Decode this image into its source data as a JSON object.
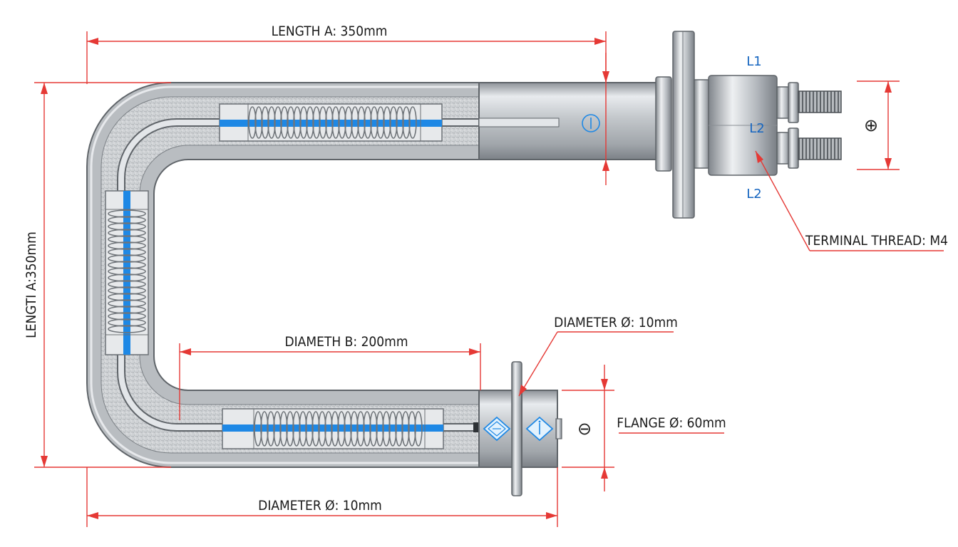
{
  "dimensions": {
    "top_length": "LENGTH A: 350mm",
    "left_length": "LENGTI A:350mm",
    "inner_length": "DIAMETH B: 200mm",
    "bottom_diameter": "DIAMETER Ø: 10mm",
    "flange_diameter_label": "DIAMETER Ø: 10mm",
    "flange": "FLANGE Ø: 60mm",
    "terminal_thread": "TERMINAL THREAD: M4"
  },
  "terminals": {
    "top_label": "L1",
    "middle_label": "L2",
    "bottom_label": "L2"
  },
  "polarity": {
    "positive": "⊕",
    "negative": "⊖",
    "inner_marker": "⊖"
  },
  "colors": {
    "dimension_line": "#e53935",
    "label_blue": "#1565c0",
    "element_blue": "#1e88e5",
    "steel": "#b0b5bb"
  }
}
